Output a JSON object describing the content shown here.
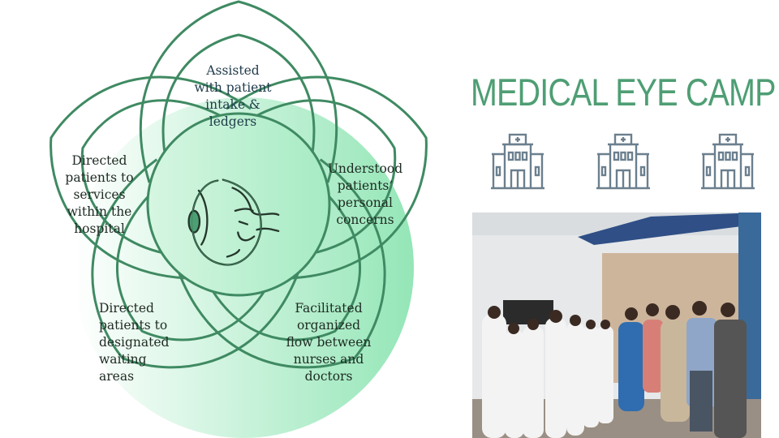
{
  "slide": {
    "title": "MEDICAL EYE CAMP",
    "center_icon": "eye-anatomy-icon",
    "petals": [
      {
        "id": "top",
        "lines": [
          "Assisted",
          "with patient",
          "intake &",
          "ledgers"
        ]
      },
      {
        "id": "right",
        "lines": [
          "Understood",
          "patients’",
          "personal",
          "concerns"
        ]
      },
      {
        "id": "bottom-right",
        "lines": [
          "Facilitated",
          "organized",
          "flow between",
          "nurses and",
          "doctors"
        ]
      },
      {
        "id": "bottom-left",
        "lines": [
          "Directed",
          "patients to",
          "designated",
          "waiting",
          "areas"
        ]
      },
      {
        "id": "left",
        "lines": [
          "Directed",
          "patients to",
          "services",
          "within the",
          "hospital"
        ]
      }
    ],
    "icons": [
      "hospital-icon",
      "hospital-icon",
      "hospital-icon"
    ],
    "photo": "group-photo-volunteers-and-nurses"
  },
  "colors": {
    "accent": "#4e9e74",
    "outline": "#3f8a62",
    "fill": "#a8ecc4",
    "icon": "#6b7f8e"
  }
}
